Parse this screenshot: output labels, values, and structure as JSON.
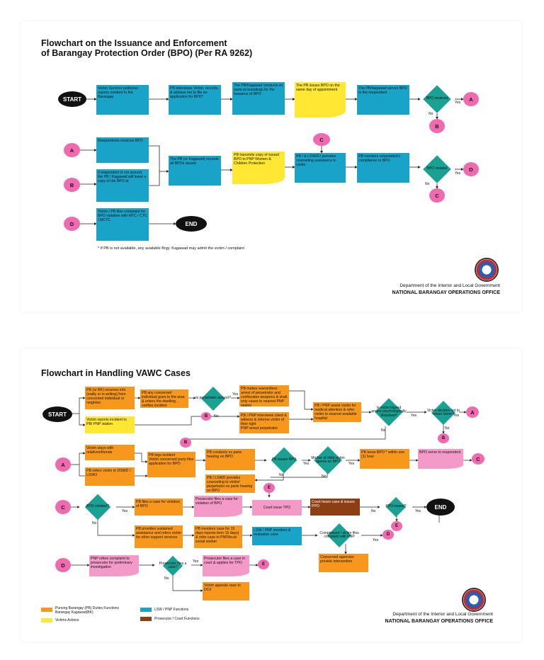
{
  "f1": {
    "title": "Flowchart on the Issuance and Enforcement",
    "title2": "of Barangay Protection Order (BPO) (Per RA 9262)",
    "start": "START",
    "end": "END",
    "n1": "Victim Survivor petitioner reports incident to the Barangay",
    "n2": "PB interviews Victim, records, & advises her to file an application for BPO*",
    "n3": "The PB/Kagawad conducts ex parte proceedings for the issuance of BPO",
    "n4": "The PB issues BPO on the same day of appointment",
    "n5": "The PB/kagawad serves BPO to the respondent",
    "d1": "BPO received",
    "n6": "Respondents receives BPO",
    "n7": "If respondent is not around, the PB / Kagawad will leave a copy of the BPO at",
    "n8": "The PB (or Kagawad) records all BPOs issued",
    "n9": "PB transmits copy of issued BPO to PNP Women & Children Protection",
    "n10": "PB / & LSWDO provides counseling assistance to victim",
    "n11": "PB monitors respondent's compliance to BPO",
    "d2": "BPO violated",
    "n12": "Victim / PB files complaint for BPO violation with MTC / CTC / MCTC",
    "c_a": "A",
    "c_b": "B",
    "c_c": "C",
    "c_d": "D",
    "yes": "Yes",
    "no": "No",
    "note": "*  If PB is not available, any available Brgy. Kagawad may admit the victim / complaint",
    "dept": "Department of the Interior and Local Government",
    "office": "NATIONAL BARANGAY OPERATIONS OFFICE"
  },
  "f2": {
    "title": "Flowchart in Handling VAWC Cases",
    "start": "START",
    "end": "END",
    "r1": "PB (or BK) receives info (orally or in writing) from concerned individual or neighbor",
    "r2": "PB any concerned individual goes to the area & enters the dwelling , verifies incident",
    "d1": "Is perpetrator around?",
    "r3": "PB makes warrantless arrest of perpetrator and confiscates weapons & shall only cases to nearest PNP station",
    "r4": "Victim reports incident to PB/ PNP station",
    "r5": "PB / PNP interviews client & witness & informs victim of their right",
    "r6": "PNP arrest perpetrator",
    "r7": "PB / PNP assist victim for medical attention & refer victim to nearest available hospital",
    "d2": "Is victim injured and/or psychologically disturbed?",
    "d3": "Victim decides not to return home?",
    "r8": "Victim stays with relatives/friends",
    "r9": "PB refers victim to DSWD / LSWO",
    "r10a": "PB logs incident",
    "r10b": "Victim concerned party files application for BPO",
    "r11": "PB conducts ex parte hearing on BPO",
    "d4": "PB issues BPO",
    "d5": "Mother of child-victim agrees on BPO",
    "r12": "PB issue BPO * within one (1) hour",
    "r13": "BPO serve to respondent",
    "r14": "PB / LSWD provides counseling to victim/ perpetrator ex parte hearing on BPO",
    "d6": "BPO violated?",
    "r15": "PB files a case for violation of BPO",
    "r16": "Prosecutor files a case for violation of BPO",
    "r17": "Court issue TPO",
    "r18": "Court hears case & issues PPO",
    "d7": "PPO issued?",
    "r19": "PB provides sustained assistance and refers victim for other support services",
    "r20": "PB monitors case for 15 days reports terin 15 days) & refer case to PNP/local social worker",
    "r21": "LSW / PNP monitors & evaluates case",
    "d8": "Complainant / victim files complaint with PNP",
    "r22": "Concerned agencies provide intervention",
    "r23": "PNP refers complaint to prosecutor for preliminary investigation",
    "d9": "Prosecutor files a case?",
    "r24": "Prosecutor files a case in court & applies for TPO",
    "r25": "Victim appeals case to DOJ",
    "yes": "Yes",
    "no": "No",
    "c_a": "A",
    "c_b": "B",
    "c_c": "C",
    "c_d": "D",
    "c_e": "E",
    "leg1": "Punong Barangay (PB) Duties Functions Barangay Kagawad(BK)",
    "leg2": "Victims Actions",
    "leg3": "LSW / PNP Functions",
    "leg4": "Prosecutor / Court Functions",
    "dept": "Department of the Interior and Local Government",
    "office": "NATIONAL BARANGAY OPERATIONS OFFICE"
  },
  "colors": {
    "teal": "#1aa3c8",
    "yellow": "#ffe733",
    "orange": "#f7981d",
    "pink": "#f49ac8",
    "connector": "#f06ab0",
    "decision": "#19a294",
    "court": "#8b3f13"
  }
}
